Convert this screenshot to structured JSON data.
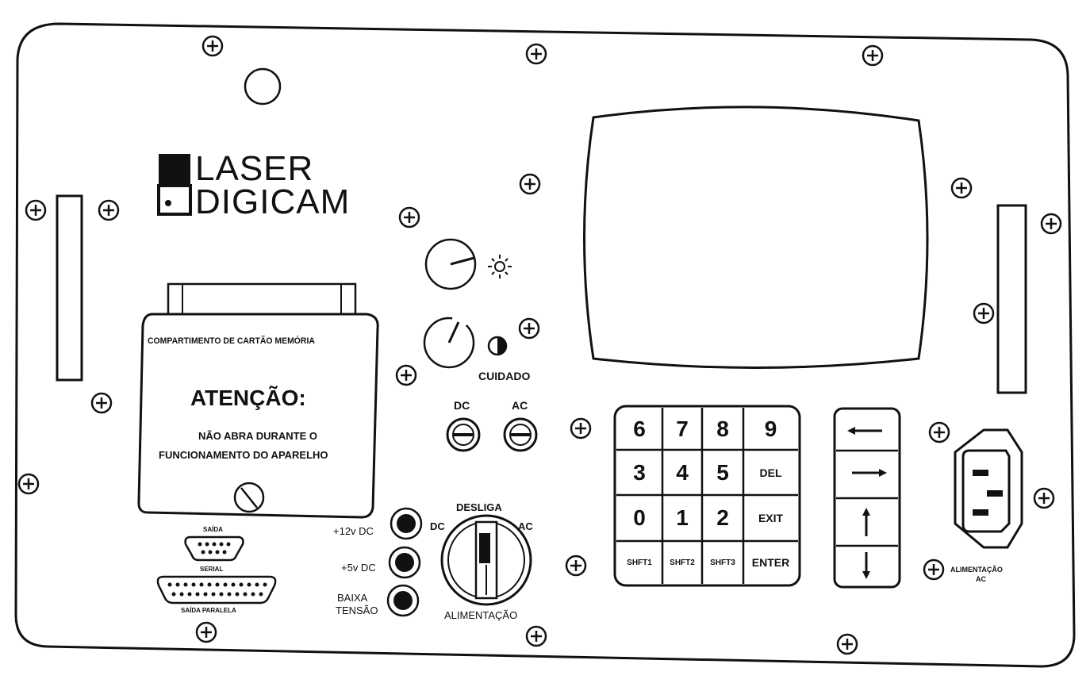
{
  "brand": {
    "line1": "LASER",
    "line2": "DIGICAM"
  },
  "memory_card": {
    "title": "COMPARTIMENTO DE CARTÃO MEMÓRIA",
    "warning": "ATENÇÃO:",
    "note_line1": "NÃO ABRA DURANTE O",
    "note_line2": "FUNCIONAMENTO DO APARELHO"
  },
  "caution_label": "CUIDADO",
  "fuse_labels": {
    "dc": "DC",
    "ac": "AC"
  },
  "outputs": {
    "serial_top": "SAÍDA",
    "serial_bottom": "SERIAL",
    "parallel": "SAÍDA PARALELA"
  },
  "jacks": {
    "plus12": "+12v DC",
    "plus5": "+5v DC",
    "low_line1": "BAIXA",
    "low_line2": "TENSÃO"
  },
  "selector": {
    "top": "DESLIGA",
    "left": "DC",
    "right": "AC",
    "bottom": "ALIMENTAÇÃO"
  },
  "keypad": {
    "rows": [
      [
        "6",
        "7",
        "8",
        "9"
      ],
      [
        "3",
        "4",
        "5",
        "DEL"
      ],
      [
        "0",
        "1",
        "2",
        "EXIT"
      ],
      [
        "SHFT1",
        "SHFT2",
        "SHFT3",
        "ENTER"
      ]
    ]
  },
  "ac_inlet": {
    "line1": "ALIMENTAÇÃO",
    "line2": "AC"
  },
  "icons": {
    "brightness": "brightness-sun-icon",
    "contrast": "contrast-half-circle-icon"
  }
}
